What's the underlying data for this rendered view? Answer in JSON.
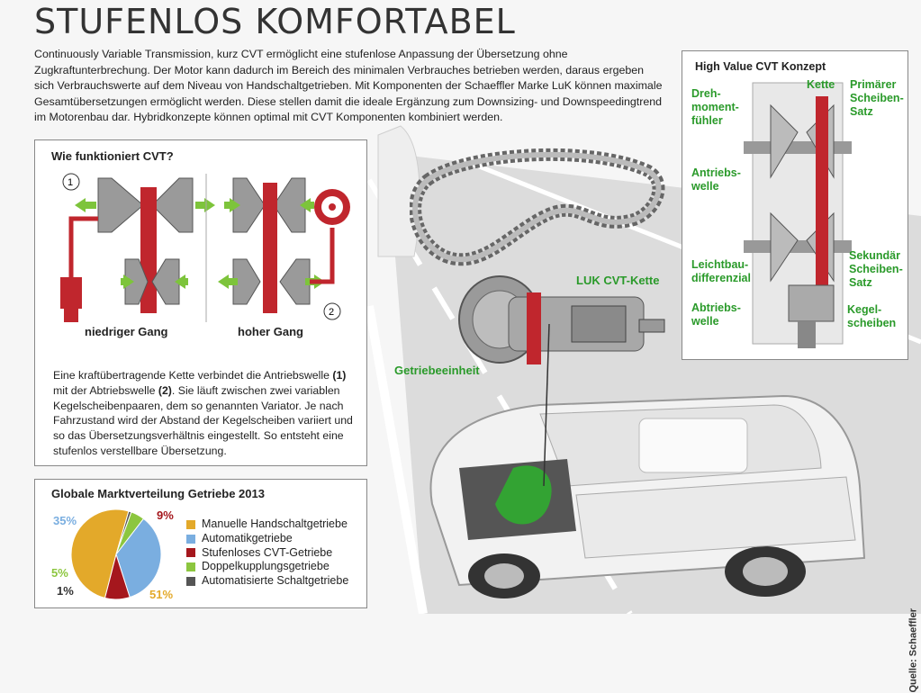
{
  "title": "STUFENLOS KOMFORTABEL",
  "intro": "Continuously Variable Transmission, kurz CVT ermöglicht eine stufenlose Anpassung der Übersetzung ohne Zugkraftunterbrechung. Der Motor kann dadurch im Bereich des minimalen Verbrauches betrieben werden, daraus ergeben sich Verbrauchswerte auf dem Niveau von Handschaltgetrieben. Mit Komponenten der Schaeffler Marke LuK können maximale Gesamtübersetzungen ermöglicht werden. Diese stellen damit die ideale Ergänzung zum Downsizing- und Downspeedingtrend im Motorenbau dar. Hybridkonzepte können optimal mit CVT Komponenten kombiniert werden.",
  "cvt": {
    "title": "Wie funktioniert CVT?",
    "marker1": "1",
    "marker2": "2",
    "low_gear": "niedriger Gang",
    "high_gear": "hoher Gang",
    "desc_a": "Eine kraftübertragende Kette verbindet die Antriebswelle ",
    "desc_b": "(1)",
    "desc_c": " mit der Abtriebswelle ",
    "desc_d": "(2)",
    "desc_e": ". Sie läuft zwischen zwei variablen Kegelscheibenpaaren, dem so genannten Variator. Je nach Fahrzustand wird der Abstand der Kegelscheiben variiert und so das Übersetzungsverhältnis eingestellt. So entsteht eine stufenlos verstellbare Übersetzung."
  },
  "market": {
    "title": "Globale Marktverteilung Getriebe 2013",
    "chart_data": {
      "type": "pie",
      "title": "Globale Marktverteilung Getriebe 2013",
      "slices": [
        {
          "label": "Manuelle Handschaltgetriebe",
          "value": 51,
          "text": "51%",
          "color": "#e3a92a"
        },
        {
          "label": "Automatikgetriebe",
          "value": 35,
          "text": "35%",
          "color": "#7aaee0"
        },
        {
          "label": "Stufenloses CVT-Getriebe",
          "value": 9,
          "text": "9%",
          "color": "#a5171d"
        },
        {
          "label": "Doppelkupplungsgetriebe",
          "value": 5,
          "text": "5%",
          "color": "#8cc63f"
        },
        {
          "label": "Automatisierte Schaltgetriebe",
          "value": 1,
          "text": "1%",
          "color": "#555555"
        }
      ]
    }
  },
  "hv": {
    "title": "High Value CVT Konzept",
    "kette": "Kette",
    "drehmoment1": "Dreh-",
    "drehmoment2": "moment-",
    "drehmoment3": "fühler",
    "primaer1": "Primärer",
    "primaer2": "Scheiben-",
    "primaer3": "Satz",
    "antrieb1": "Antriebs-",
    "antrieb2": "welle",
    "sekundaer1": "Sekundär",
    "sekundaer2": "Scheiben-",
    "sekundaer3": "Satz",
    "leicht1": "Leichtbau-",
    "leicht2": "differenzial",
    "abtrieb1": "Abtriebs-",
    "abtrieb2": "welle",
    "kegel1": "Kegel-",
    "kegel2": "scheiben"
  },
  "labels": {
    "kette": "LUK CVT-Kette",
    "getriebe": "Getriebeeinheit"
  },
  "credit": "Quelle: Schaeffler",
  "colors": {
    "green": "#2a9a2a",
    "red": "#c0262d",
    "text": "#222222"
  }
}
